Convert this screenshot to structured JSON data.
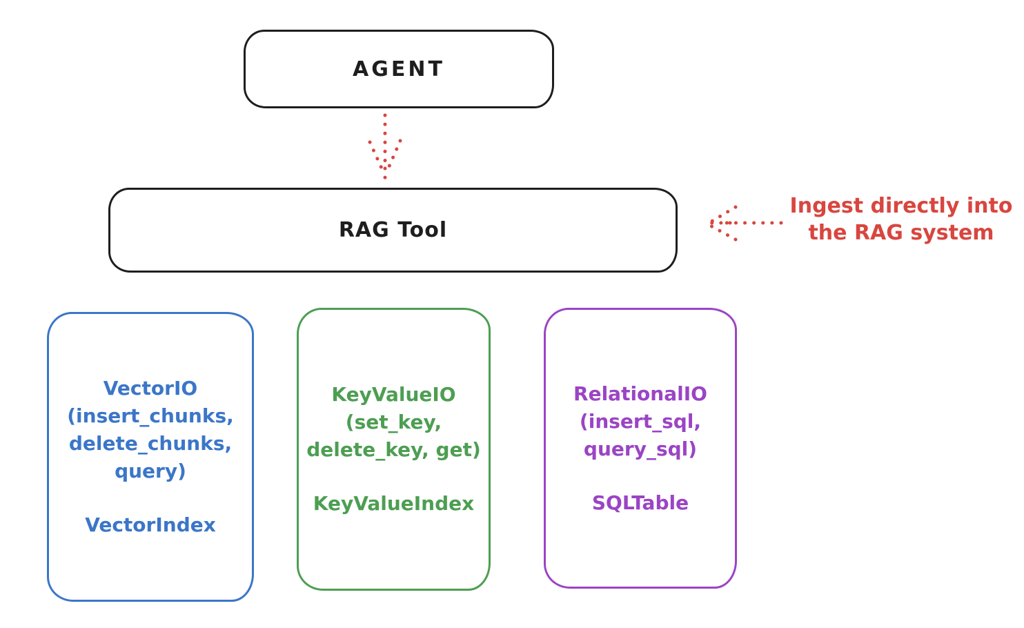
{
  "colors": {
    "ink": "#1e1e1e",
    "red": "#d8463f",
    "blue": "#3b76c8",
    "green": "#4d9e52",
    "purple": "#9b44c4",
    "bg": "#ffffff"
  },
  "agent": {
    "label": "AGENT"
  },
  "rag_tool": {
    "label": "RAG Tool"
  },
  "annotation": {
    "line1": "Ingest directly into",
    "line2": "the RAG system"
  },
  "arrows": [
    {
      "name": "agent-to-rag-arrow",
      "style": "dotted",
      "color": "#d8463f",
      "direction": "down"
    },
    {
      "name": "annotation-to-rag-arrow",
      "style": "dotted",
      "color": "#d8463f",
      "direction": "left"
    }
  ],
  "backends": [
    {
      "title": "VectorIO",
      "method_lines": [
        "(insert_chunks,",
        "delete_chunks,",
        "query)"
      ],
      "index": "VectorIndex",
      "color": "#3b76c8"
    },
    {
      "title": "KeyValueIO",
      "method_lines": [
        "(set_key,",
        "delete_key, get)"
      ],
      "index": "KeyValueIndex",
      "color": "#4d9e52"
    },
    {
      "title": "RelationalIO",
      "method_lines": [
        "(insert_sql,",
        "query_sql)"
      ],
      "index": "SQLTable",
      "color": "#9b44c4"
    }
  ]
}
